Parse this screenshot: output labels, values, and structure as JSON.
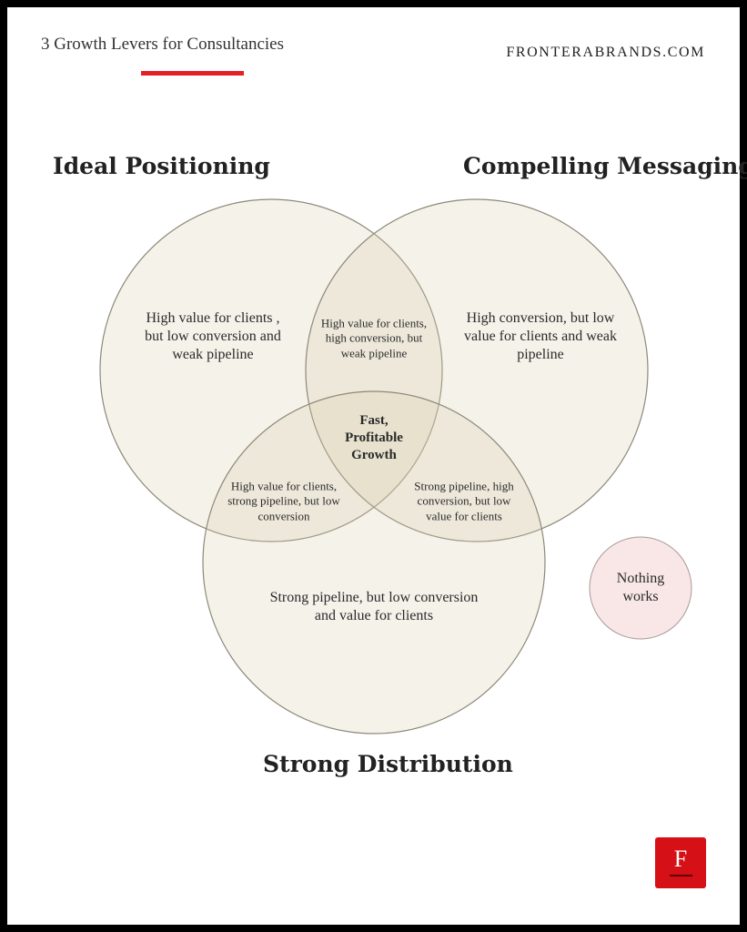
{
  "header": {
    "title": "3 Growth Levers for Consultancies",
    "site": "FRONTERABRANDS.COM"
  },
  "diagram": {
    "sets": {
      "positioning": "Ideal Positioning",
      "messaging": "Compelling Messaging",
      "distribution": "Strong Distribution"
    },
    "regions": {
      "positioning_only": "High value for clients , but low conversion and weak pipeline",
      "messaging_only": "High conversion, but low value for clients and weak pipeline",
      "distribution_only": "Strong pipeline, but low conversion and value for clients",
      "positioning_messaging": "High value for clients, high conversion, but weak pipeline",
      "positioning_distribution": "High value for clients, strong pipeline, but low conversion",
      "messaging_distribution": "Strong pipeline, high conversion, but low value for clients",
      "center": "Fast, Profitable Growth",
      "none": "Nothing works"
    },
    "colors": {
      "circle": "#d8cfae",
      "none": "#f9e6e6",
      "accent": "#e32026"
    }
  },
  "logo": {
    "letter": "F"
  }
}
